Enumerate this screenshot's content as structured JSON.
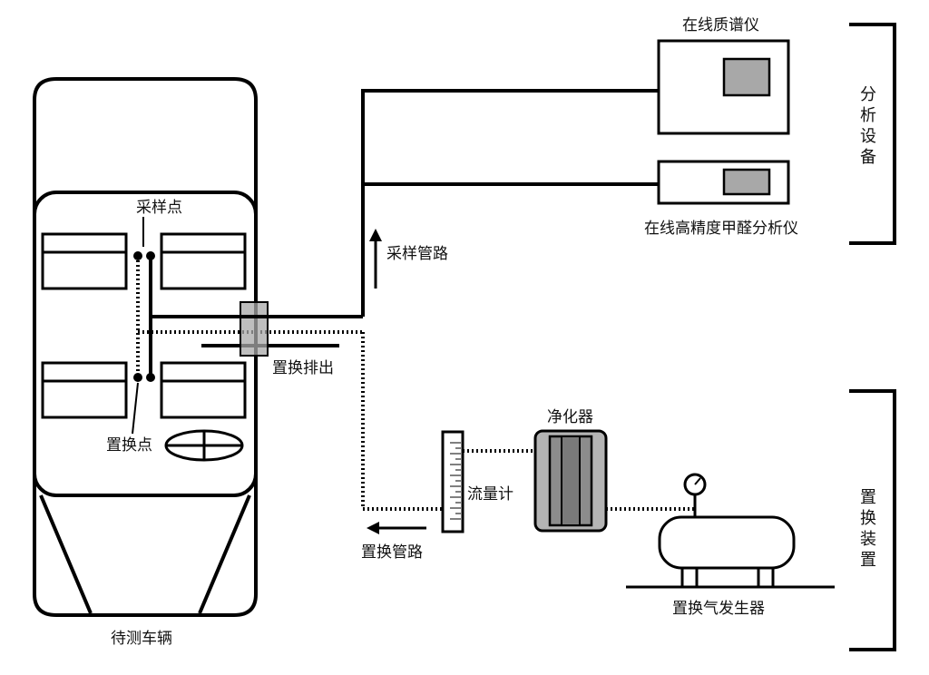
{
  "labels": {
    "mass_spectrometer": "在线质谱仪",
    "formaldehyde_analyzer": "在线高精度甲醛分析仪",
    "analysis_equipment": [
      "分",
      "析",
      "设",
      "备"
    ],
    "replacement_device": [
      "置",
      "换",
      "装",
      "置"
    ],
    "sampling_point": "采样点",
    "replacement_point": "置换点",
    "sampling_pipeline": "采样管路",
    "replacement_exhaust": "置换排出",
    "purifier": "净化器",
    "flowmeter": "流量计",
    "replacement_pipeline": "置换管路",
    "gas_generator": "置换气发生器",
    "vehicle_under_test": "待测车辆"
  },
  "colors": {
    "line": "#000000",
    "fill_grey": "#a8a8a8",
    "fill_dark": "#808080",
    "background": "#ffffff"
  }
}
